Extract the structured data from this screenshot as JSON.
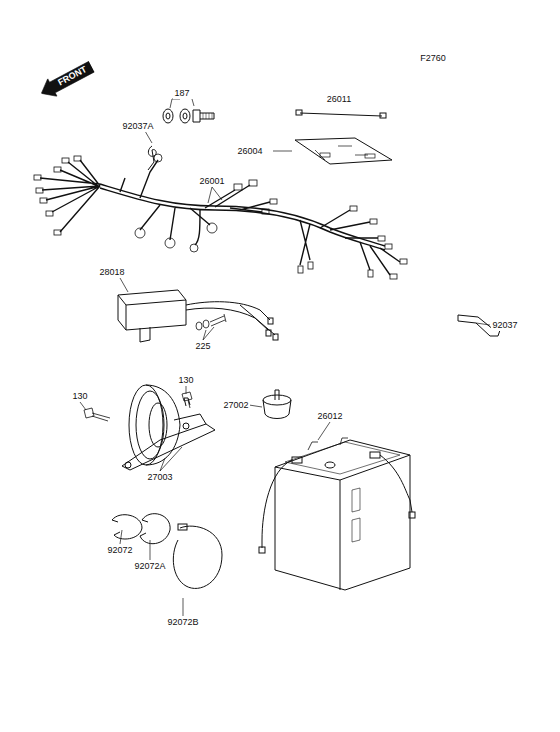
{
  "diagram": {
    "nodes": [
      {
        "text": [
          "FRONT"
        ]
      }
    ],
    "labels": [
      "F2760",
      "187",
      "92037A",
      "26011",
      "26004",
      "26001",
      "28018",
      "225",
      "92037",
      "130",
      "130",
      "27002",
      "26012",
      "27003",
      "92072",
      "92072A",
      "92072B"
    ]
  }
}
